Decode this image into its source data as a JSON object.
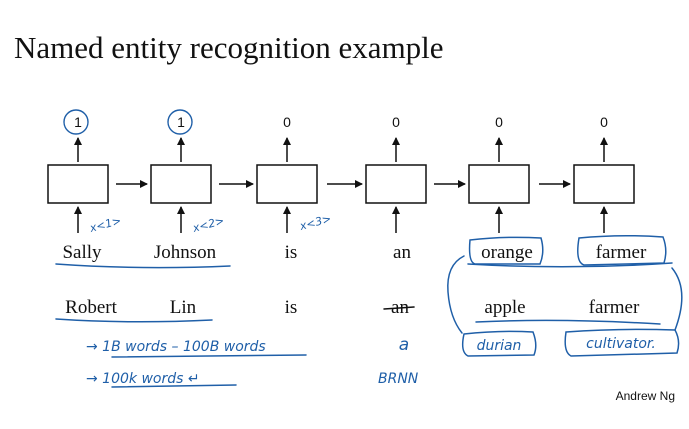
{
  "title": "Named entity recognition example",
  "outputs": [
    "1",
    "1",
    "0",
    "0",
    "0",
    "0"
  ],
  "input_labels": [
    "x<1>",
    "x<2>",
    "x<3>"
  ],
  "sentence1": [
    "Sally",
    "Johnson",
    "is",
    "an",
    "orange",
    "farmer"
  ],
  "sentence2": [
    "Robert",
    "Lin",
    "is",
    "an",
    "apple",
    "farmer"
  ],
  "replacements": [
    "durian",
    "cultivator."
  ],
  "article_note": "a",
  "notes": [
    "→ 1B words – 100B words",
    "→ 100k words ↵"
  ],
  "brnn_note": "BRNN",
  "credit": "Andrew Ng",
  "colors": {
    "ink": "#111111",
    "pen": "#1f5fa8"
  }
}
